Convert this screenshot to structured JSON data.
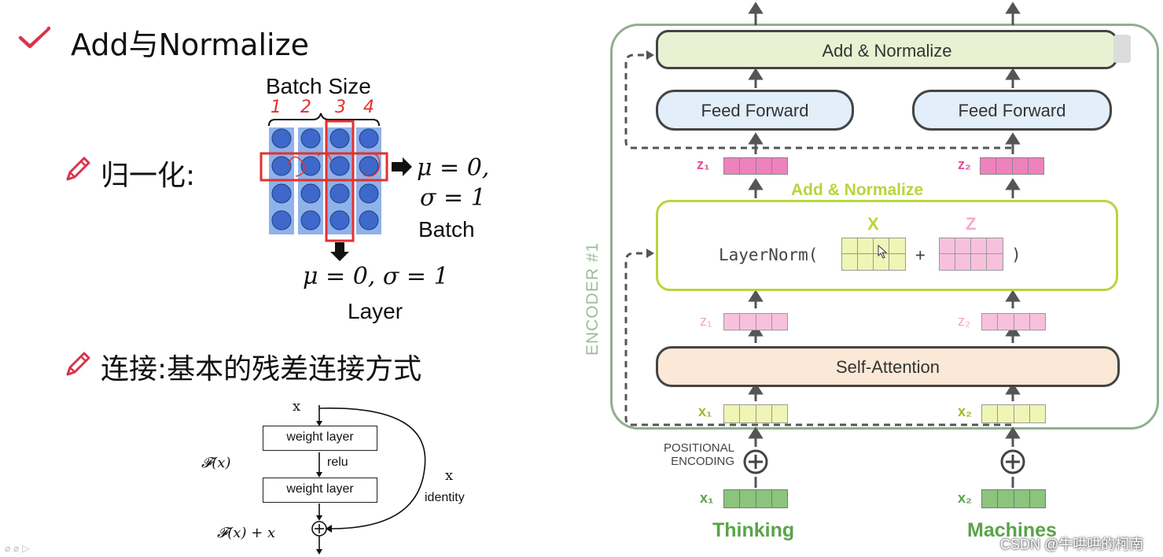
{
  "left": {
    "title": "Add与Normalize",
    "normalize_label": "归一化:",
    "batch_size": "Batch Size",
    "batch_numbers": [
      "1",
      "2",
      "3",
      "4"
    ],
    "batch_stats_line1": "μ = 0,",
    "batch_stats_line2": "σ = 1",
    "batch_label": "Batch",
    "layer_stats": "μ = 0, σ = 1",
    "layer_label": "Layer",
    "connection_label": "连接:基本的残差连接方式",
    "residual": {
      "x_top": "x",
      "weight_layer_1": "weight layer",
      "relu": "relu",
      "weight_layer_2": "weight layer",
      "fx": "𝓕(x)",
      "fx_plus_x": "𝓕(x) + x",
      "x_side": "x",
      "identity": "identity"
    }
  },
  "right": {
    "encoder_label": "ENCODER #1",
    "add_normalize_top": "Add & Normalize",
    "feed_forward_1": "Feed Forward",
    "feed_forward_2": "Feed Forward",
    "add_normalize_mid": "Add & Normalize",
    "layernorm_open": "LayerNorm(",
    "plus": "+",
    "layernorm_close": ")",
    "x_matrix_label": "X",
    "z_matrix_label": "Z",
    "z1_upper": "z₁",
    "z2_upper": "z₂",
    "z1_lower": "z₁",
    "z2_lower": "z₂",
    "self_attention": "Self-Attention",
    "x1_upper": "x₁",
    "x2_upper": "x₂",
    "positional_line1": "POSITIONAL",
    "positional_line2": "ENCODING",
    "x1_lower": "x₁",
    "x2_lower": "x₂",
    "word1": "Thinking",
    "word2": "Machines"
  },
  "watermark": "CSDN @牛哄哄的柯南",
  "colors": {
    "encoder_border": "#8fb08e",
    "add_norm_fill": "#e8f2d2",
    "feed_forward_fill": "#e3eefb",
    "self_attention_fill": "#fbe8d6",
    "pink_vector": "#ee82bd",
    "pale_pink_vector": "#f7c1de",
    "green_vector": "#8cc47e",
    "pale_yellow_vector": "#eff5b4",
    "highlight_green": "#b6d63a",
    "circle_blue": "#3e68c9",
    "column_blue": "#8fb2e8",
    "annotation_red": "#e23131"
  }
}
